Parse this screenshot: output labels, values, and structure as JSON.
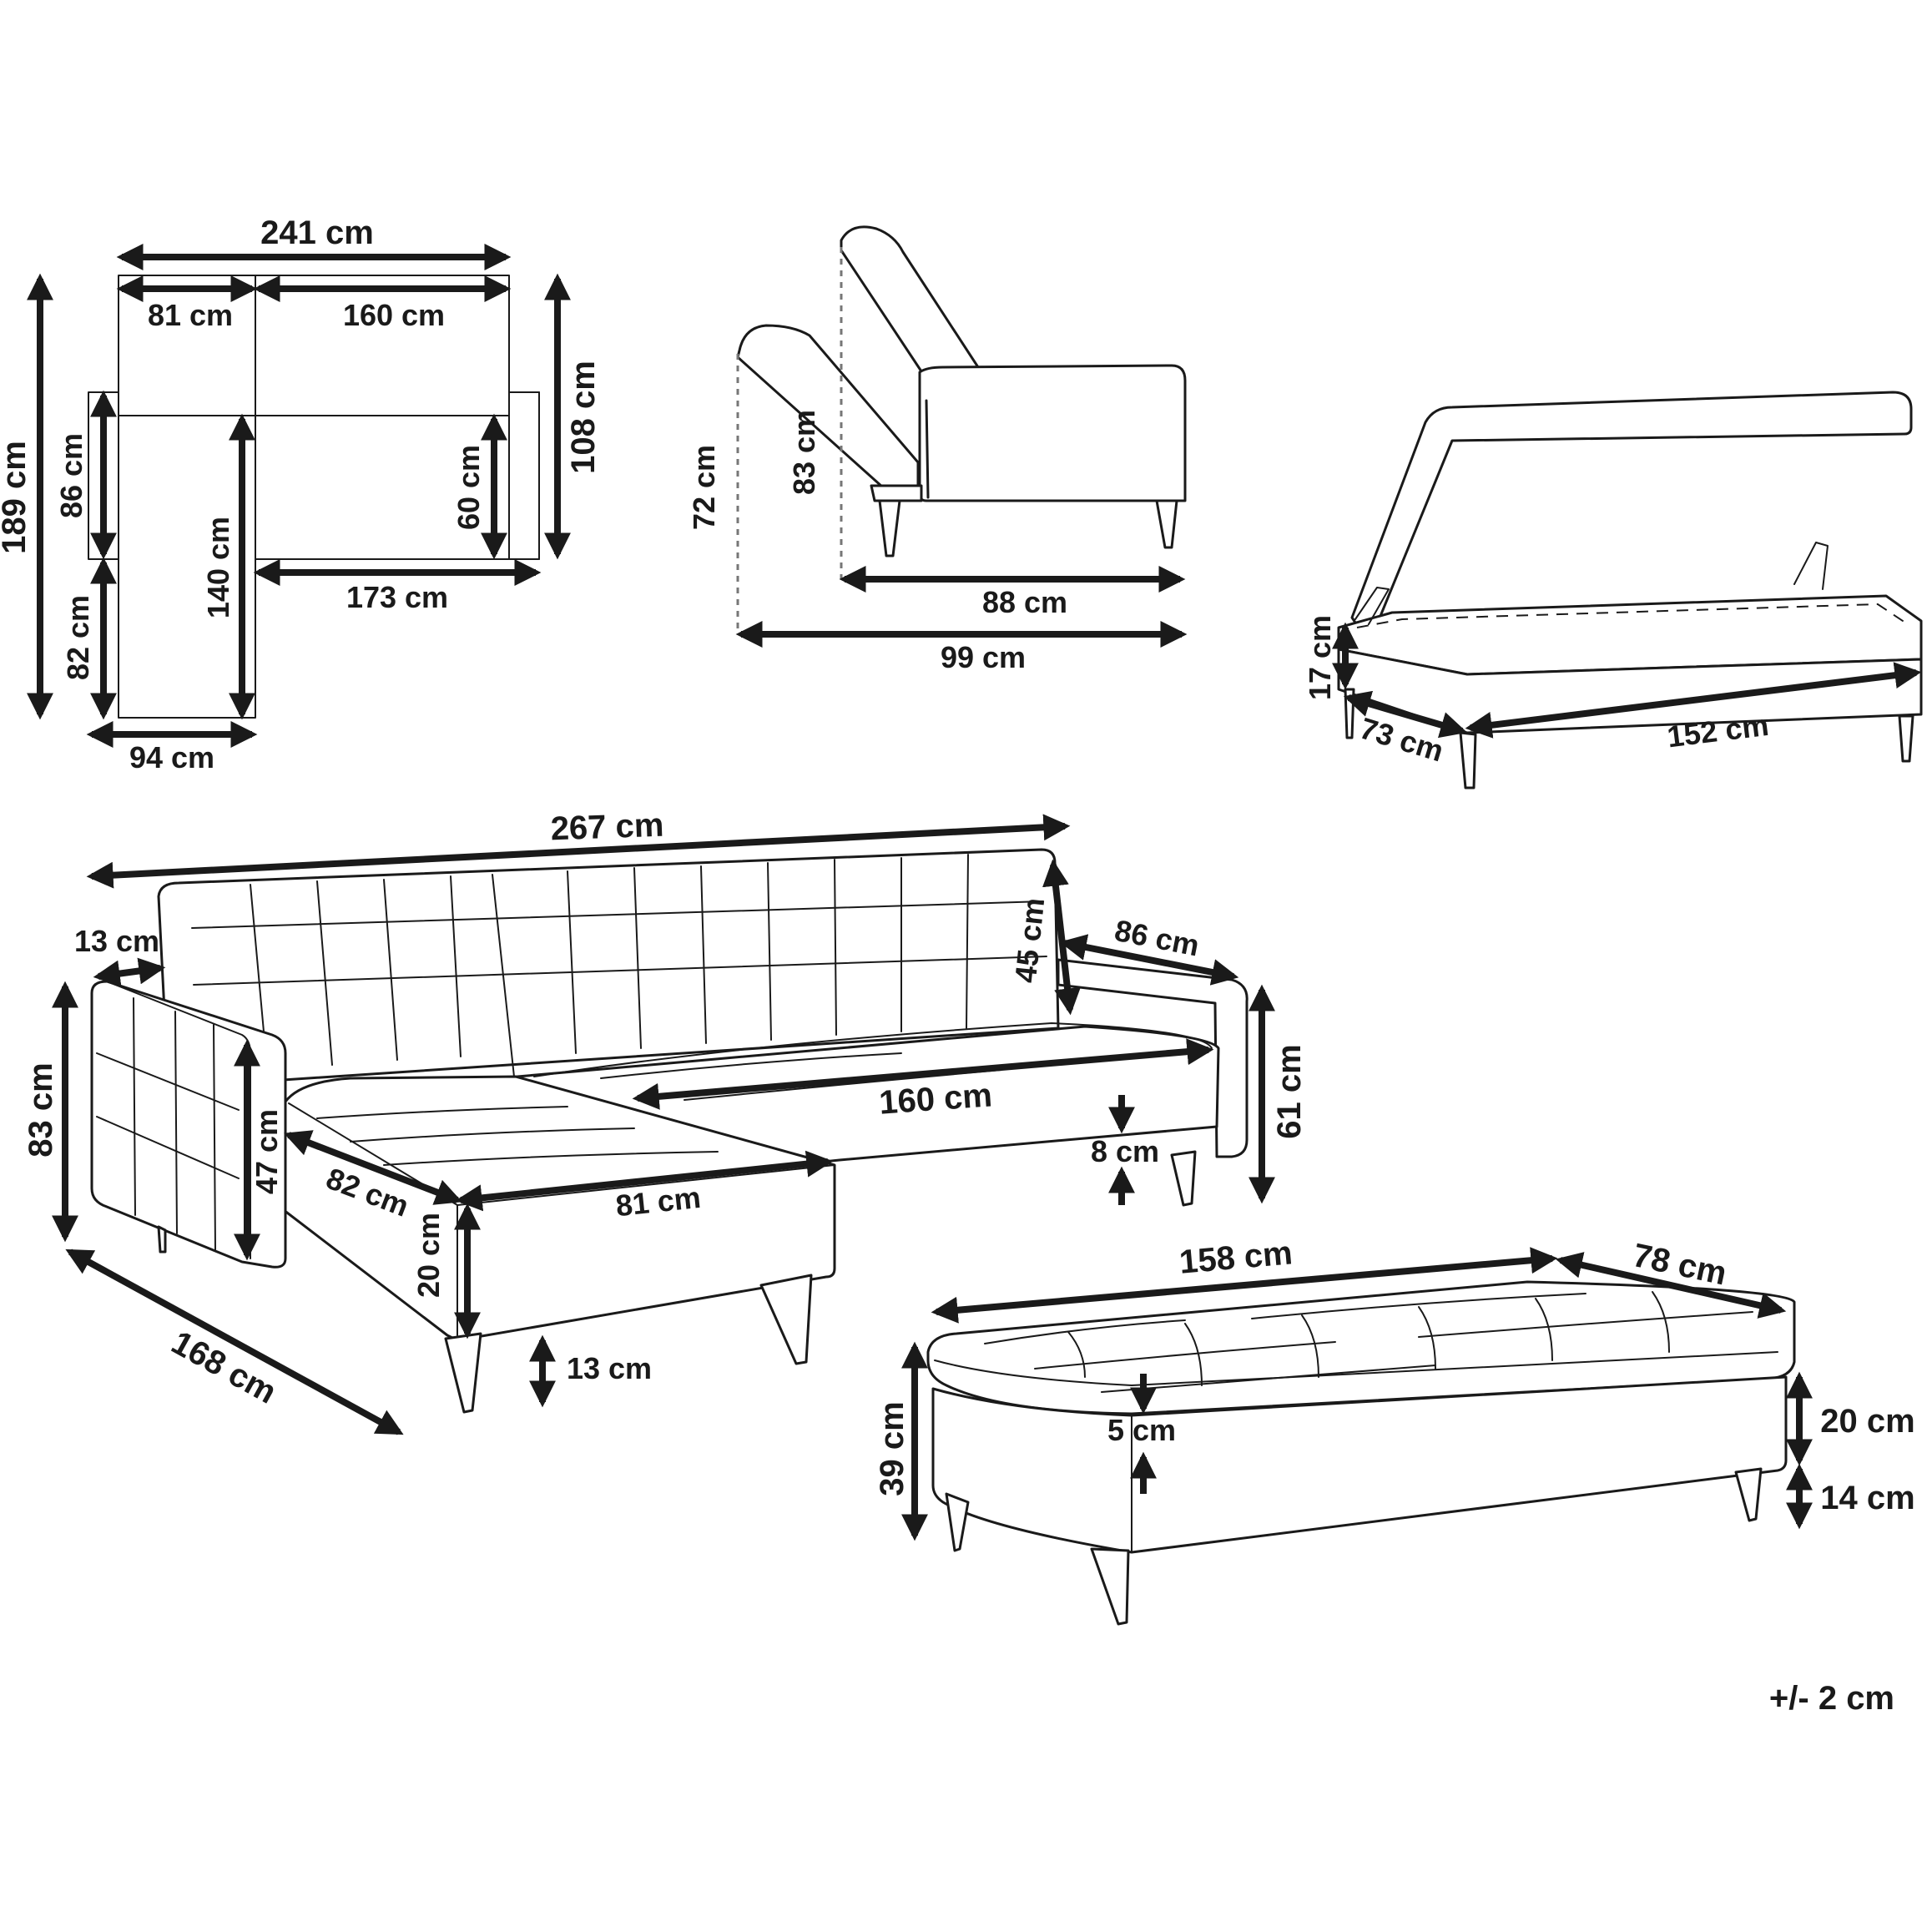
{
  "tolerance": "+/- 2 cm",
  "plan_view": {
    "total_width": "241 cm",
    "chaise_width_top": "81 cm",
    "sofa_width": "160 cm",
    "total_depth": "189 cm",
    "sofa_depth": "86 cm",
    "chaise_extension": "82 cm",
    "chaise_length": "140 cm",
    "seat_depth_inner": "60 cm",
    "sofa_depth_with_arm": "108 cm",
    "sofa_width_with_arm": "173 cm",
    "chaise_width_bottom": "94 cm"
  },
  "side_view": {
    "backrest_height": "83 cm",
    "reclined_height": "72 cm",
    "depth": "88 cm",
    "reclined_depth": "99 cm"
  },
  "storage_view": {
    "compartment_height": "17 cm",
    "compartment_depth": "73 cm",
    "compartment_width": "152 cm"
  },
  "sofa_view": {
    "total_width": "267 cm",
    "armrest_width": "13 cm",
    "backrest_height": "45 cm",
    "arm_depth": "86 cm",
    "height": "83 cm",
    "arm_height": "47 cm",
    "seat_height_right": "61 cm",
    "seat_width": "160 cm",
    "chaise_seat_depth": "82 cm",
    "chaise_seat_width": "81 cm",
    "cushion_thickness": "8 cm",
    "seat_front_height": "20 cm",
    "leg_height": "13 cm",
    "chaise_length": "168 cm"
  },
  "ottoman_view": {
    "width": "158 cm",
    "depth": "78 cm",
    "height": "39 cm",
    "cushion_thickness": "5 cm",
    "base_height": "20 cm",
    "leg_height": "14 cm"
  }
}
